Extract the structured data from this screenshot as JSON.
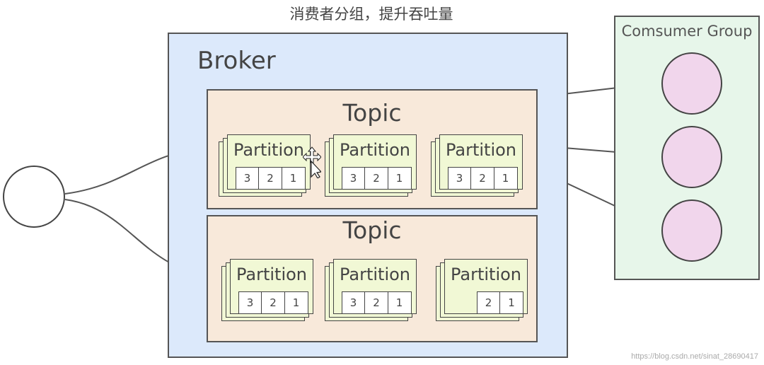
{
  "caption": "消费者分组，提升吞吐量",
  "broker": {
    "label": "Broker",
    "topics": [
      {
        "label": "Topic",
        "partitions": [
          {
            "label": "Partition",
            "cells": [
              "3",
              "2",
              "1"
            ]
          },
          {
            "label": "Partition",
            "cells": [
              "3",
              "2",
              "1"
            ]
          },
          {
            "label": "Partition",
            "cells": [
              "3",
              "2",
              "1"
            ]
          }
        ]
      },
      {
        "label": "Topic",
        "partitions": [
          {
            "label": "Partition",
            "cells": [
              "3",
              "2",
              "1"
            ]
          },
          {
            "label": "Partition",
            "cells": [
              "3",
              "2",
              "1"
            ]
          },
          {
            "label": "Partition",
            "cells": [
              "2",
              "1"
            ]
          }
        ]
      }
    ]
  },
  "consumer_group": {
    "label": "Comsumer Group"
  },
  "watermark": "https://blog.csdn.net/sinat_28690417",
  "colors": {
    "broker": "#dce9fb",
    "topic": "#f8e9da",
    "partition": "#f1f8d5",
    "consumer_group": "#e7f6ea",
    "consumer": "#f1d6ec"
  }
}
